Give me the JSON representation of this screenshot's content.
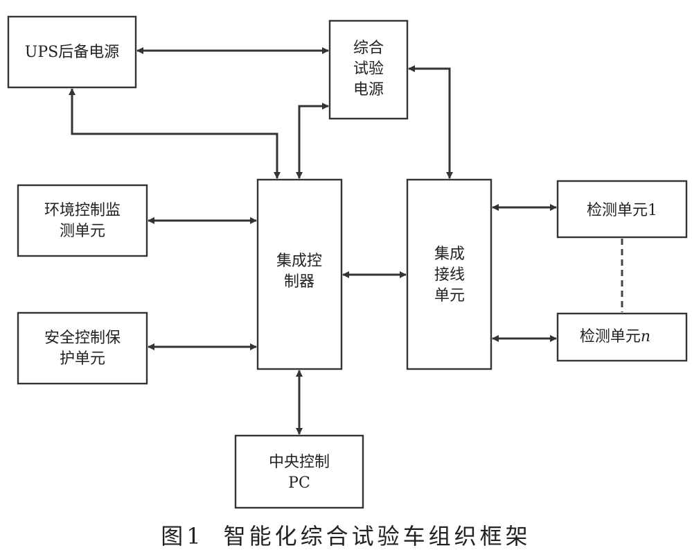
{
  "nodes": {
    "ups": {
      "lines": [
        "UPS后备电源"
      ]
    },
    "test_power": {
      "lines": [
        "综合",
        "试验",
        "电源"
      ]
    },
    "env": {
      "lines": [
        "环境控制监",
        "测单元"
      ]
    },
    "safety": {
      "lines": [
        "安全控制保",
        "护单元"
      ]
    },
    "controller": {
      "lines": [
        "集成控",
        "制器"
      ]
    },
    "wiring": {
      "lines": [
        "集成",
        "接线",
        "单元"
      ]
    },
    "detect1": {
      "lines": [
        "检测单元1"
      ]
    },
    "detectn": {
      "lines": [
        "检测单元",
        "n"
      ]
    },
    "pc": {
      "lines": [
        "中央控制",
        "PC"
      ]
    }
  },
  "caption": {
    "number": "图1",
    "title": "智能化综合试验车组织框架"
  }
}
